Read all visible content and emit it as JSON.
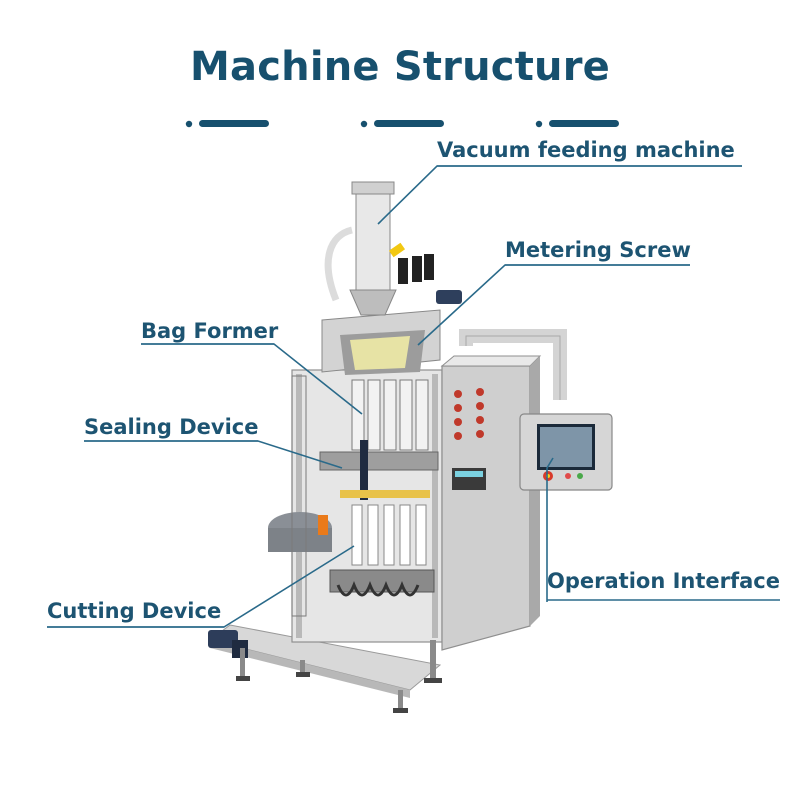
{
  "title": "Machine Structure",
  "accent_color": "#17506e",
  "leader_color": "#2a6a8a",
  "labels": {
    "vacuum_feeding": "Vacuum feeding machine",
    "metering_screw": "Metering Screw",
    "bag_former": "Bag Former",
    "sealing_device": "Sealing Device",
    "operation_interface": "Operation Interface",
    "cutting_device": "Cutting Device"
  }
}
